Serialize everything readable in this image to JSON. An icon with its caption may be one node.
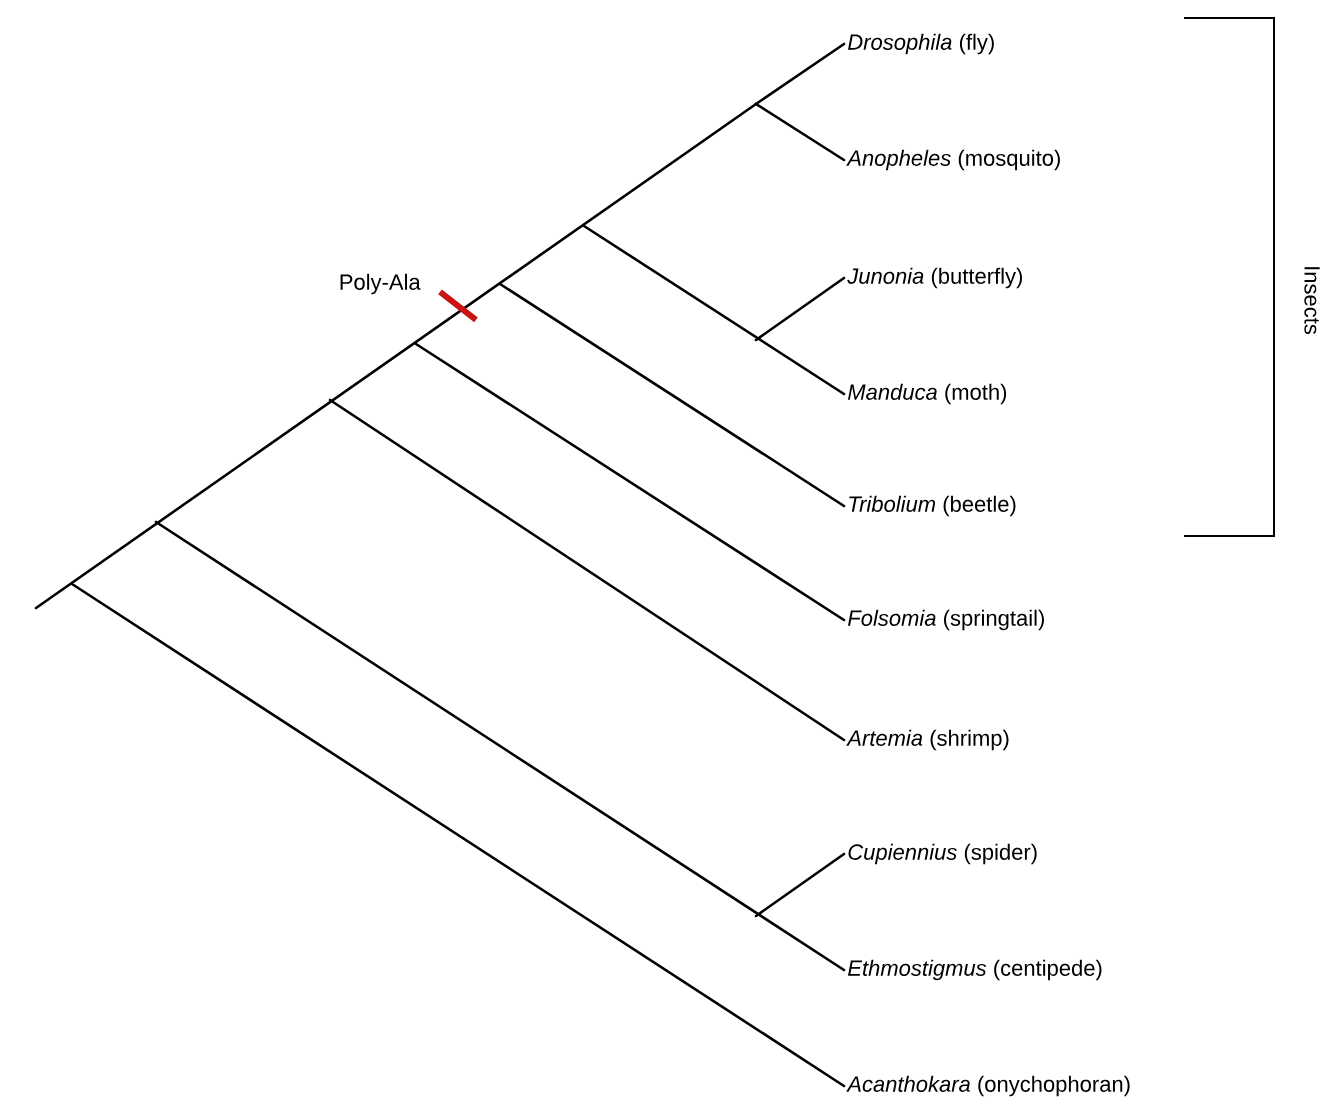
{
  "diagram": {
    "nodes": [
      {
        "text": [
          "*Drosophila* (fly)"
        ]
      },
      {
        "text": [
          "*Anopheles* (mosquito)"
        ]
      },
      {
        "text": [
          "*Junonia* (butterfly)"
        ]
      },
      {
        "text": [
          "*Manduca* (moth)"
        ]
      },
      {
        "text": [
          "*Tribolium* (beetle)"
        ]
      },
      {
        "text": [
          "*Folsomia* (springtail)"
        ]
      },
      {
        "text": [
          "*Artemia* (shrimp)"
        ]
      },
      {
        "text": [
          "*Cupiennius* (spider)"
        ]
      },
      {
        "text": [
          "*Ethmostigmus* (centipede)"
        ]
      },
      {
        "text": [
          "*Acanthokara* (onychophoran)"
        ]
      }
    ],
    "edges": [
      {
        "from": null,
        "to": 0,
        "arrow": "none"
      },
      {
        "from": null,
        "to": 1,
        "arrow": "none"
      },
      {
        "from": null,
        "to": 2,
        "arrow": "none"
      },
      {
        "from": null,
        "to": 3,
        "arrow": "none"
      },
      {
        "from": null,
        "to": 4,
        "arrow": "none"
      },
      {
        "from": null,
        "to": 5,
        "arrow": "none"
      },
      {
        "from": null,
        "to": 6,
        "arrow": "none"
      },
      {
        "from": null,
        "to": 7,
        "arrow": "none"
      },
      {
        "from": null,
        "to": 8,
        "arrow": "none"
      },
      {
        "from": null,
        "to": 9,
        "arrow": "none"
      }
    ],
    "labels": [
      "Poly-Ala",
      "Insects"
    ]
  }
}
